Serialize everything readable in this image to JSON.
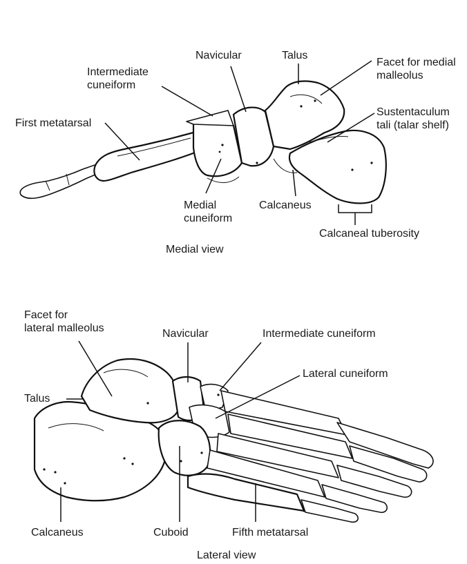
{
  "medial_view": {
    "caption": "Medial view",
    "labels": {
      "navicular": "Navicular",
      "talus": "Talus",
      "facet_medial_malleolus": "Facet for medial\nmalleolus",
      "intermediate_cuneiform": "Intermediate\ncuneiform",
      "first_metatarsal": "First metatarsal",
      "sustentaculum_tali": "Sustentaculum\ntali (talar shelf)",
      "medial_cuneiform": "Medial\ncuneiform",
      "calcaneus": "Calcaneus",
      "calcaneal_tuberosity": "Calcaneal tuberosity"
    }
  },
  "lateral_view": {
    "caption": "Lateral view",
    "labels": {
      "facet_lateral_malleolus": "Facet for\nlateral malleolus",
      "navicular": "Navicular",
      "intermediate_cuneiform": "Intermediate cuneiform",
      "lateral_cuneiform": "Lateral cuneiform",
      "talus": "Talus",
      "calcaneus": "Calcaneus",
      "cuboid": "Cuboid",
      "fifth_metatarsal": "Fifth metatarsal"
    }
  }
}
